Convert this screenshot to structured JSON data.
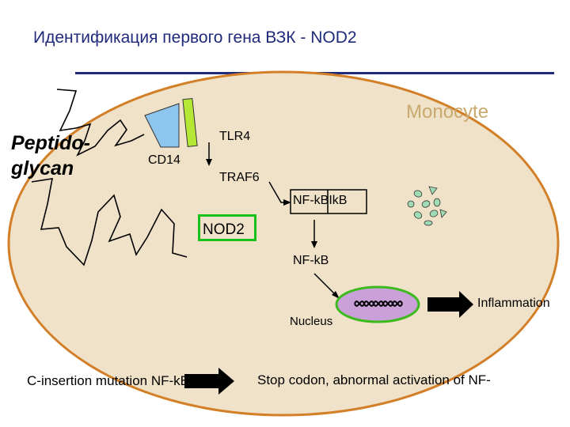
{
  "title": "Идентификация первого гена ВЗК - NOD2",
  "cell_label": "Monocyte",
  "ligand_line1": "Peptido-",
  "ligand_line2": "glycan",
  "cd14": "CD14",
  "tlr4": "TLR4",
  "traf6": "TRAF6",
  "nfkb_complex": "NF-kBIkB",
  "nod2": "NOD2",
  "nfkb": "NF-kB",
  "nucleus": "Nucleus",
  "outcome": "Inflammation",
  "mutation": "C-insertion mutation NF-kB",
  "effect": "Stop codon, abnormal activation of NF-",
  "colors": {
    "title": "#1f2a7a",
    "cell_fill": "#f0e2c8",
    "cell_border": "#d27f28",
    "monocyte_text": "#c9a96e",
    "nod2_border": "#16c21a",
    "nucleus_border": "#3dbb1e",
    "cd14_fill": "#8ec5ef",
    "tlr4_fill": "#b5e835",
    "fragments": "#9fdcb5"
  }
}
